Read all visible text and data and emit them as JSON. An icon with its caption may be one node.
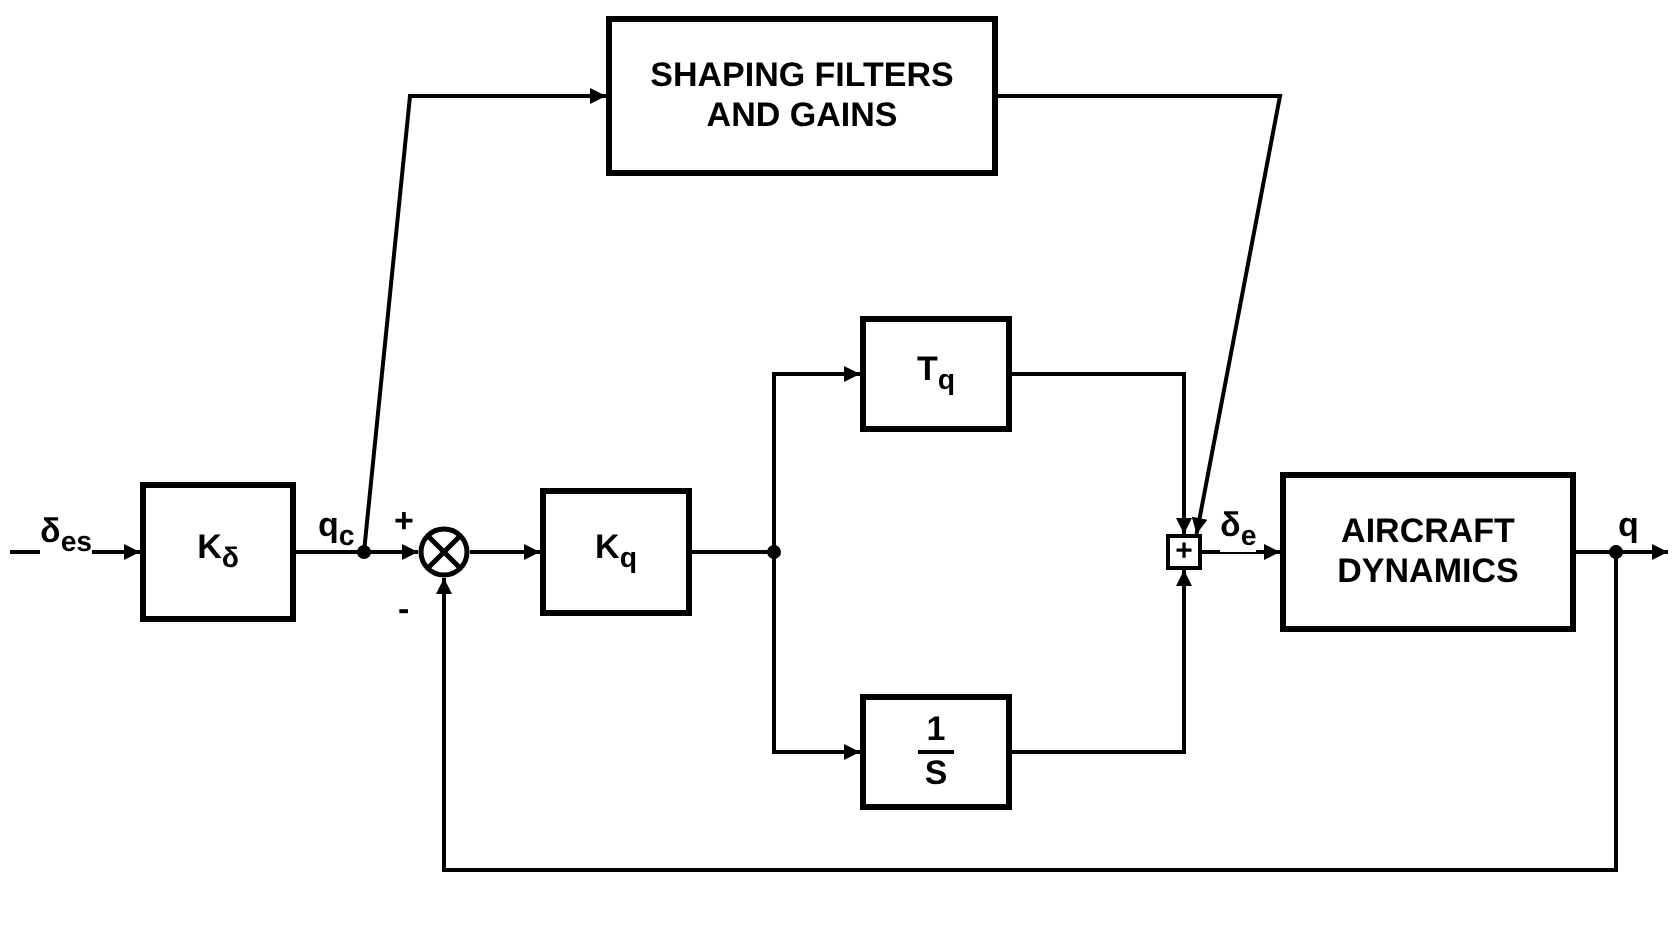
{
  "diagram": {
    "nodes": [
      {
        "text": [
          "K$_{δ}$"
        ]
      },
      {
        "text": [],
        "shape": "circle"
      },
      {
        "text": [
          "SHAPING FILTERS AND GAINS"
        ]
      },
      {
        "text": [
          "K$_{q}$"
        ]
      },
      {
        "text": [
          "T$_{q}$"
        ]
      },
      {
        "text": [
          "1",
          "S"
        ]
      },
      {
        "text": [
          "+"
        ]
      },
      {
        "text": [
          "AIRCRAFT DYNAMICS"
        ]
      }
    ],
    "edges": [
      {
        "from": null,
        "to": 0,
        "arrow": "to",
        "label": "δ$_{es}$"
      },
      {
        "from": 0,
        "to": 1,
        "arrow": "to"
      },
      {
        "from": 0,
        "to": 2,
        "arrow": "to"
      },
      {
        "from": 1,
        "to": 3,
        "arrow": "to"
      },
      {
        "from": 3,
        "to": 4,
        "arrow": "to"
      },
      {
        "from": 3,
        "to": 5,
        "arrow": "to"
      },
      {
        "from": 4,
        "to": 6,
        "arrow": "to"
      },
      {
        "from": 5,
        "to": 6,
        "arrow": "to"
      },
      {
        "from": 2,
        "to": 6,
        "arrow": "to"
      },
      {
        "from": 6,
        "to": 7,
        "arrow": "to",
        "label": "δ$_{e}$"
      },
      {
        "from": 7,
        "to": null,
        "arrow": "to",
        "label": "q"
      },
      {
        "from": 7,
        "to": 1,
        "arrow": "to"
      }
    ],
    "labels": [
      "q$_{c}$",
      "+",
      "-"
    ]
  }
}
